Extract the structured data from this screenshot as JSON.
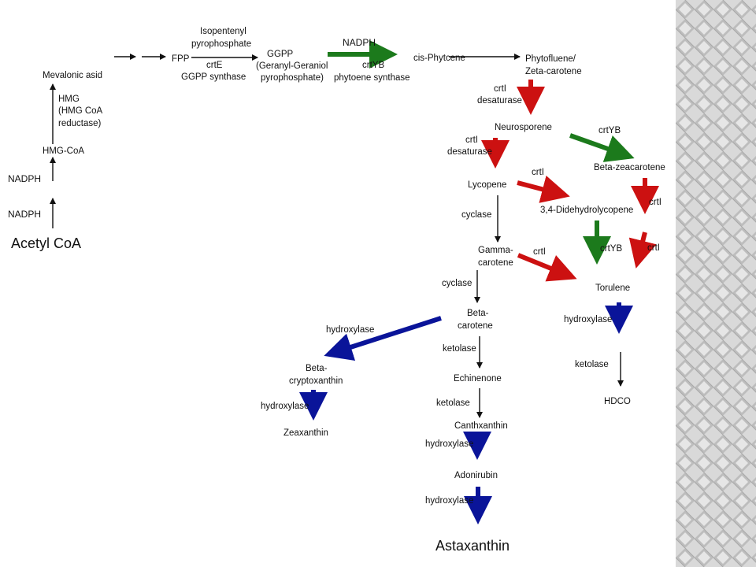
{
  "colors": {
    "black": "#111111",
    "red": "#cc1111",
    "green": "#1c7a1c",
    "blue": "#0a1499",
    "panel_light": "#d9d9d9",
    "panel_dark": "#a8a8a8"
  },
  "labels": {
    "mevalonic_acid": "Mevalonic asid",
    "hmg": "HMG",
    "hmg_coa_reductase_1": "(HMG CoA",
    "hmg_coa_reductase_2": "reductase)",
    "hmg_coa": "HMG-CoA",
    "nadph_1": "NADPH",
    "nadph_2": "NADPH",
    "acetyl_coa": "Acetyl CoA",
    "ipp_1": "Isopentenyl",
    "ipp_2": "pyrophosphate",
    "fpp": "FPP",
    "crte": "crtE",
    "ggpp_synthase": "GGPP synthase",
    "ggpp": "GGPP",
    "ggpp_full_1": "(Geranyl-Geraniol",
    "ggpp_full_2": "pyrophosphate)",
    "nadph_top": "NADPH",
    "crtyb_top": "crtYB",
    "phytoene_synthase": "phytoene synthase",
    "cis_phytoene": "cis-Phytcene",
    "phytofluene": "Phytofluene/",
    "zeta_carotene": "Zeta-carotene",
    "crti_desaturase_1a": "crtI",
    "crti_desaturase_1b": "desaturase",
    "neurosporene": "Neurosporene",
    "crti_desaturase_2a": "crtI",
    "crti_desaturase_2b": "desaturase",
    "crtyb_neuro": "crtYB",
    "beta_zeacarotene": "Beta-zeacarotene",
    "lycopene": "Lycopene",
    "crti_lyco": "crtI",
    "didehydrolycopene": "3,4-Didehydrolycopene",
    "crti_zea_1": "crtI",
    "crti_zea_2": "crtI",
    "cyclase_1": "cyclase",
    "gamma_carotene_1": "Gamma-",
    "gamma_carotene_2": "carotene",
    "crti_gamma": "crtI",
    "crtyb_dide": "crtYB",
    "torulene": "Torulene",
    "cyclase_2": "cyclase",
    "beta_carotene_1": "Beta-",
    "beta_carotene_2": "carotene",
    "hydroxylase_bc": "hydroxylase",
    "beta_crypto_1": "Beta-",
    "beta_crypto_2": "cryptoxanthin",
    "hydroxylase_zea": "hydroxylase",
    "zeaxanthin": "Zeaxanthin",
    "ketolase_1": "ketolase",
    "echinenone": "Echinenone",
    "ketolase_2": "ketolase",
    "canthaxanthin": "Canthxanthin",
    "hydroxylase_can": "hydroxylase",
    "adonirubin": "Adonirubin",
    "hydroxylase_ado": "hydroxylase",
    "astaxanthin": "Astaxanthin",
    "hydroxylase_tor": "hydroxylase",
    "ketolase_tor": "ketolase",
    "hdco": "HDCO"
  }
}
